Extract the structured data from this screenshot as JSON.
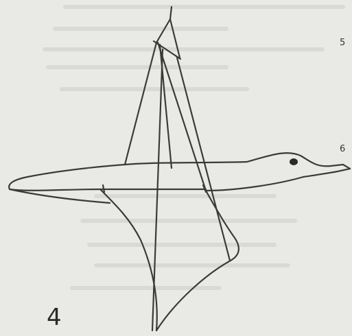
{
  "page": {
    "background": "#e9e9e6",
    "ink_color": "#3a3a3a",
    "numerals": {
      "top": "5",
      "middle": "6",
      "bottom": "4"
    },
    "drawing": "bird-sketch"
  }
}
